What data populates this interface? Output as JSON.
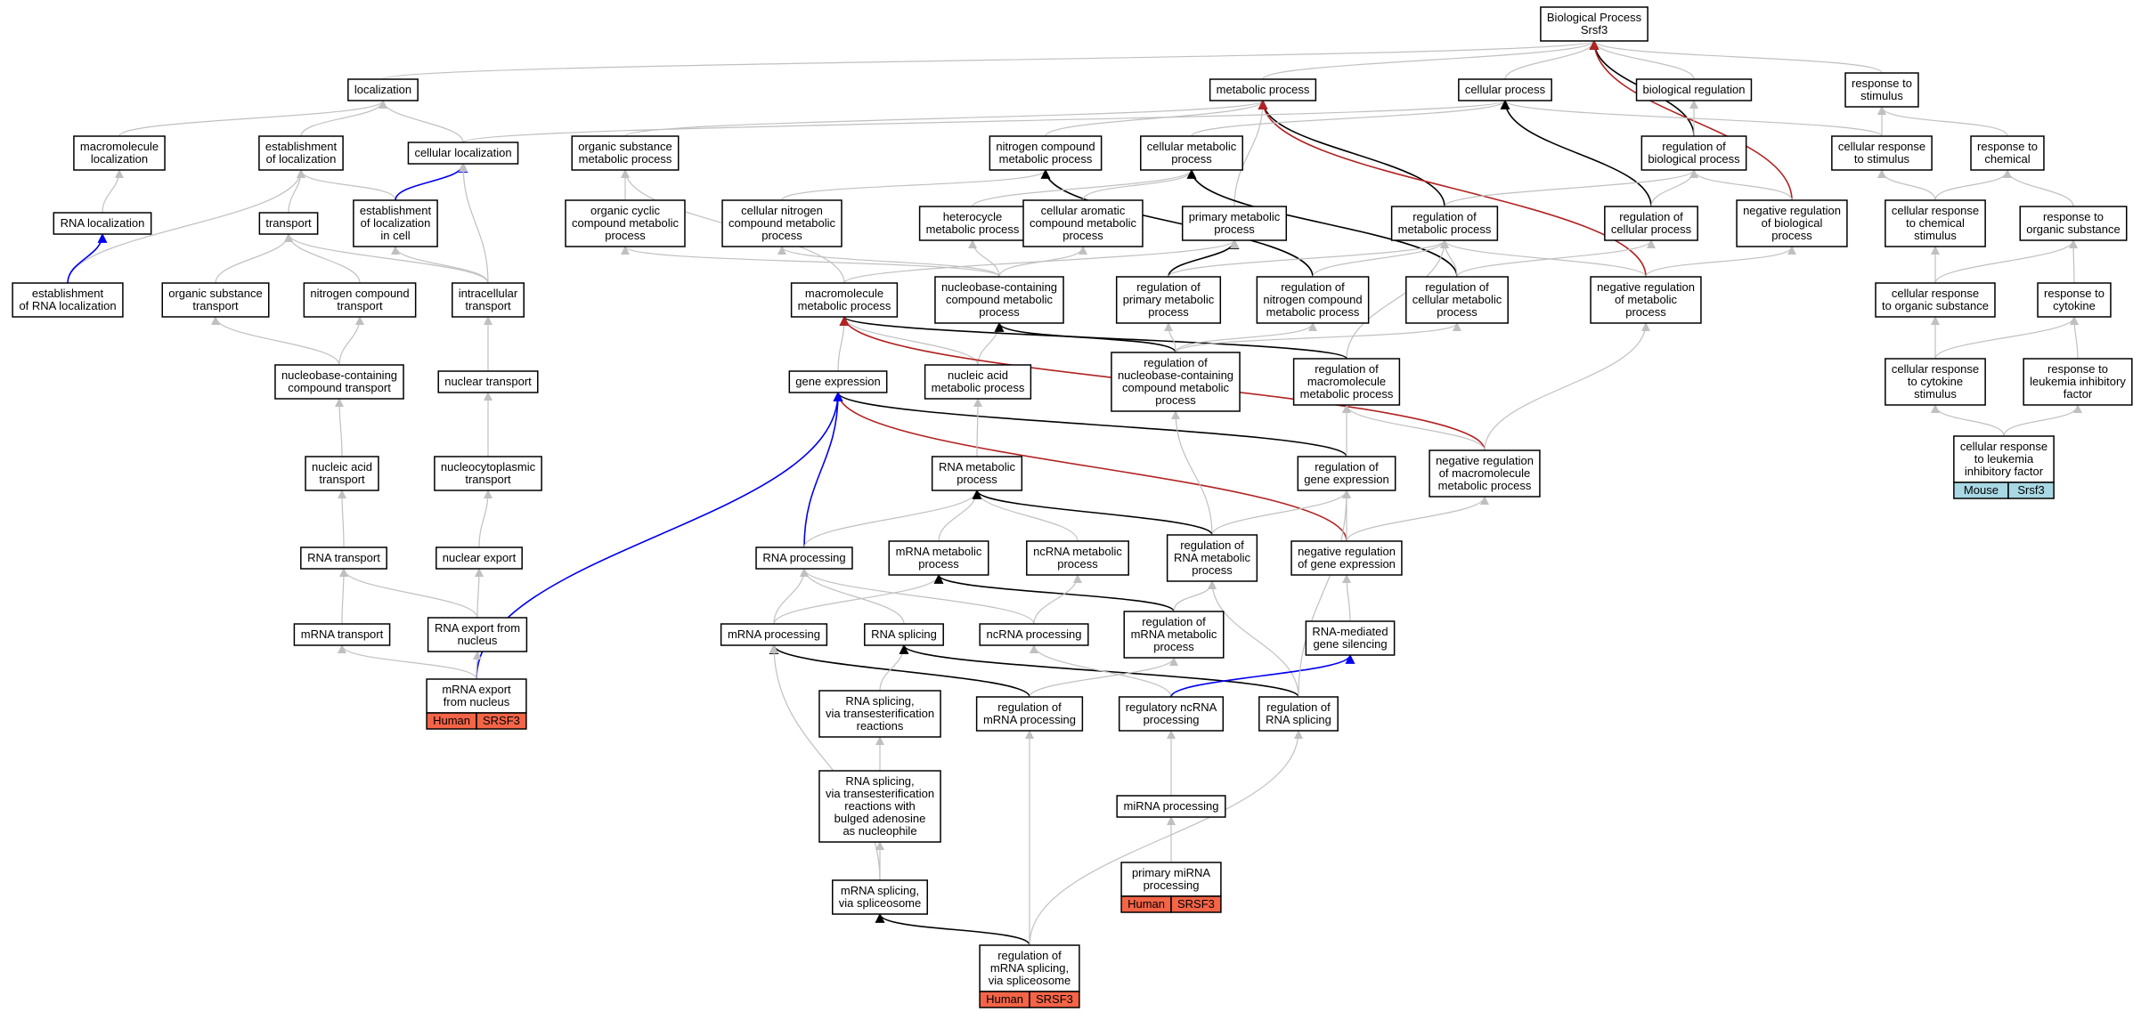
{
  "colors": {
    "gray_edge": "#c0c0c0",
    "black_edge": "#000000",
    "blue_edge": "#0000ee",
    "red_edge": "#b22222",
    "human_badge": "#f46447",
    "mouse_badge": "#a8d8e4"
  },
  "nodes": {
    "bp": {
      "lines": [
        "Biological Process",
        "Srsf3"
      ]
    },
    "localization": {
      "lines": [
        "localization"
      ]
    },
    "metabolic": {
      "lines": [
        "metabolic process"
      ]
    },
    "cellular_proc": {
      "lines": [
        "cellular process"
      ]
    },
    "bio_reg": {
      "lines": [
        "biological regulation"
      ]
    },
    "resp_stim": {
      "lines": [
        "response to",
        "stimulus"
      ]
    },
    "macromol_loc": {
      "lines": [
        "macromolecule",
        "localization"
      ]
    },
    "estab_loc": {
      "lines": [
        "establishment",
        "of localization"
      ]
    },
    "cell_loc": {
      "lines": [
        "cellular localization"
      ]
    },
    "org_sub_met": {
      "lines": [
        "organic substance",
        "metabolic process"
      ]
    },
    "nitro_met": {
      "lines": [
        "nitrogen compound",
        "metabolic process"
      ]
    },
    "cell_met": {
      "lines": [
        "cellular metabolic",
        "process"
      ]
    },
    "reg_bio": {
      "lines": [
        "regulation of",
        "biological process"
      ]
    },
    "cell_resp_stim": {
      "lines": [
        "cellular response",
        "to stimulus"
      ]
    },
    "resp_chem": {
      "lines": [
        "response to",
        "chemical"
      ]
    },
    "rna_loc": {
      "lines": [
        "RNA localization"
      ]
    },
    "transport": {
      "lines": [
        "transport"
      ]
    },
    "estab_loc_cell": {
      "lines": [
        "establishment",
        "of localization",
        "in cell"
      ]
    },
    "org_cyc_met": {
      "lines": [
        "organic cyclic",
        "compound metabolic",
        "process"
      ]
    },
    "cell_nitro_met": {
      "lines": [
        "cellular nitrogen",
        "compound metabolic",
        "process"
      ]
    },
    "hetero_met": {
      "lines": [
        "heterocycle",
        "metabolic process"
      ]
    },
    "cell_arom_met": {
      "lines": [
        "cellular aromatic",
        "compound metabolic",
        "process"
      ]
    },
    "prim_met": {
      "lines": [
        "primary metabolic",
        "process"
      ]
    },
    "reg_met": {
      "lines": [
        "regulation of",
        "metabolic process"
      ]
    },
    "reg_cell_proc": {
      "lines": [
        "regulation of",
        "cellular process"
      ]
    },
    "neg_reg_bio": {
      "lines": [
        "negative regulation",
        "of biological",
        "process"
      ]
    },
    "cell_resp_chem": {
      "lines": [
        "cellular response",
        "to chemical",
        "stimulus"
      ]
    },
    "resp_org_sub": {
      "lines": [
        "response to",
        "organic substance"
      ]
    },
    "estab_rna_loc": {
      "lines": [
        "establishment",
        "of RNA localization"
      ]
    },
    "org_sub_transport": {
      "lines": [
        "organic substance",
        "transport"
      ]
    },
    "nitro_transport": {
      "lines": [
        "nitrogen compound",
        "transport"
      ]
    },
    "intracell_transport": {
      "lines": [
        "intracellular",
        "transport"
      ]
    },
    "macromol_met": {
      "lines": [
        "macromolecule",
        "metabolic process"
      ]
    },
    "nucbase_met": {
      "lines": [
        "nucleobase-containing",
        "compound metabolic",
        "process"
      ]
    },
    "reg_prim_met": {
      "lines": [
        "regulation of",
        "primary metabolic",
        "process"
      ]
    },
    "reg_nitro_met": {
      "lines": [
        "regulation of",
        "nitrogen compound",
        "metabolic process"
      ]
    },
    "reg_cell_met": {
      "lines": [
        "regulation of",
        "cellular metabolic",
        "process"
      ]
    },
    "neg_reg_met": {
      "lines": [
        "negative regulation",
        "of metabolic",
        "process"
      ]
    },
    "cell_resp_org_sub": {
      "lines": [
        "cellular response",
        "to organic substance"
      ]
    },
    "resp_cytokine": {
      "lines": [
        "response to",
        "cytokine"
      ]
    },
    "nucbase_transport": {
      "lines": [
        "nucleobase-containing",
        "compound transport"
      ]
    },
    "nuclear_transport": {
      "lines": [
        "nuclear transport"
      ]
    },
    "gene_expr": {
      "lines": [
        "gene expression"
      ]
    },
    "nucleic_met": {
      "lines": [
        "nucleic acid",
        "metabolic process"
      ]
    },
    "reg_nucbase_met": {
      "lines": [
        "regulation of",
        "nucleobase-containing",
        "compound metabolic",
        "process"
      ]
    },
    "reg_macromol_met": {
      "lines": [
        "regulation of",
        "macromolecule",
        "metabolic process"
      ]
    },
    "cell_resp_cytokine": {
      "lines": [
        "cellular response",
        "to cytokine",
        "stimulus"
      ]
    },
    "resp_lif": {
      "lines": [
        "response to",
        "leukemia inhibitory",
        "factor"
      ]
    },
    "nucleic_transport": {
      "lines": [
        "nucleic acid",
        "transport"
      ]
    },
    "nucleocyto_transport": {
      "lines": [
        "nucleocytoplasmic",
        "transport"
      ]
    },
    "rna_met": {
      "lines": [
        "RNA metabolic",
        "process"
      ]
    },
    "reg_gene_expr": {
      "lines": [
        "regulation of",
        "gene expression"
      ]
    },
    "neg_reg_macromol_met": {
      "lines": [
        "negative regulation",
        "of macromolecule",
        "metabolic process"
      ]
    },
    "cell_resp_lif": {
      "lines": [
        "cellular response",
        "to leukemia",
        "inhibitory factor"
      ],
      "badge": [
        "Mouse",
        "Srsf3"
      ],
      "badge_color": "mouse_badge"
    },
    "rna_transport": {
      "lines": [
        "RNA transport"
      ]
    },
    "nuclear_export": {
      "lines": [
        "nuclear export"
      ]
    },
    "rna_processing": {
      "lines": [
        "RNA processing"
      ]
    },
    "mrna_met": {
      "lines": [
        "mRNA metabolic",
        "process"
      ]
    },
    "ncrna_met": {
      "lines": [
        "ncRNA metabolic",
        "process"
      ]
    },
    "reg_rna_met": {
      "lines": [
        "regulation of",
        "RNA metabolic",
        "process"
      ]
    },
    "neg_reg_gene_expr": {
      "lines": [
        "negative regulation",
        "of gene expression"
      ]
    },
    "mrna_transport": {
      "lines": [
        "mRNA transport"
      ]
    },
    "rna_export": {
      "lines": [
        "RNA export from",
        "nucleus"
      ]
    },
    "mrna_processing": {
      "lines": [
        "mRNA processing"
      ]
    },
    "rna_splicing": {
      "lines": [
        "RNA splicing"
      ]
    },
    "ncrna_processing": {
      "lines": [
        "ncRNA processing"
      ]
    },
    "reg_mrna_met": {
      "lines": [
        "regulation of",
        "mRNA metabolic",
        "process"
      ]
    },
    "rna_gene_silencing": {
      "lines": [
        "RNA-mediated",
        "gene silencing"
      ]
    },
    "mrna_export": {
      "lines": [
        "mRNA export",
        "from nucleus"
      ],
      "badge": [
        "Human",
        "SRSF3"
      ],
      "badge_color": "human_badge"
    },
    "rna_splicing_trans": {
      "lines": [
        "RNA splicing,",
        "via transesterification",
        "reactions"
      ]
    },
    "reg_mrna_processing": {
      "lines": [
        "regulation of",
        "mRNA processing"
      ]
    },
    "reg_ncrna_processing": {
      "lines": [
        "regulatory ncRNA",
        "processing"
      ]
    },
    "reg_rna_splicing": {
      "lines": [
        "regulation of",
        "RNA splicing"
      ]
    },
    "rna_splicing_bulged": {
      "lines": [
        "RNA splicing,",
        "via transesterification",
        "reactions with",
        "bulged adenosine",
        "as nucleophile"
      ]
    },
    "mirna_processing": {
      "lines": [
        "miRNA processing"
      ]
    },
    "mrna_splicing_spliceosome": {
      "lines": [
        "mRNA splicing,",
        "via spliceosome"
      ]
    },
    "prim_mirna_processing": {
      "lines": [
        "primary miRNA",
        "processing"
      ],
      "badge": [
        "Human",
        "SRSF3"
      ],
      "badge_color": "human_badge"
    },
    "reg_mrna_splicing": {
      "lines": [
        "regulation of",
        "mRNA splicing,",
        "via spliceosome"
      ],
      "badge": [
        "Human",
        "SRSF3"
      ],
      "badge_color": "human_badge"
    }
  },
  "edges": [
    [
      "localization",
      "bp",
      "gray"
    ],
    [
      "metabolic",
      "bp",
      "gray"
    ],
    [
      "cellular_proc",
      "bp",
      "gray"
    ],
    [
      "bio_reg",
      "bp",
      "gray"
    ],
    [
      "resp_stim",
      "bp",
      "gray"
    ],
    [
      "reg_bio",
      "bp",
      "black"
    ],
    [
      "neg_reg_bio",
      "bp",
      "red"
    ],
    [
      "macromol_loc",
      "localization",
      "gray"
    ],
    [
      "estab_loc",
      "localization",
      "gray"
    ],
    [
      "cell_loc",
      "localization",
      "gray"
    ],
    [
      "org_sub_met",
      "metabolic",
      "gray"
    ],
    [
      "nitro_met",
      "metabolic",
      "gray"
    ],
    [
      "prim_met",
      "metabolic",
      "gray"
    ],
    [
      "reg_met",
      "metabolic",
      "black"
    ],
    [
      "neg_reg_met",
      "metabolic",
      "red"
    ],
    [
      "cell_met",
      "cellular_proc",
      "gray"
    ],
    [
      "cell_loc",
      "cellular_proc",
      "gray"
    ],
    [
      "cell_resp_stim",
      "cellular_proc",
      "gray"
    ],
    [
      "reg_cell_proc",
      "cellular_proc",
      "black"
    ],
    [
      "reg_bio",
      "bio_reg",
      "gray"
    ],
    [
      "cell_resp_stim",
      "resp_stim",
      "gray"
    ],
    [
      "resp_chem",
      "resp_stim",
      "gray"
    ],
    [
      "estab_rna_loc",
      "estab_loc",
      "gray"
    ],
    [
      "transport",
      "estab_loc",
      "gray"
    ],
    [
      "estab_loc_cell",
      "estab_loc",
      "gray"
    ],
    [
      "estab_loc_cell",
      "cell_loc",
      "blue"
    ],
    [
      "intracell_transport",
      "cell_loc",
      "gray"
    ],
    [
      "org_cyc_met",
      "org_sub_met",
      "gray"
    ],
    [
      "macromol_met",
      "org_sub_met",
      "gray"
    ],
    [
      "cell_nitro_met",
      "nitro_met",
      "gray"
    ],
    [
      "reg_nitro_met",
      "nitro_met",
      "black"
    ],
    [
      "hetero_met",
      "cell_met",
      "gray"
    ],
    [
      "cell_arom_met",
      "cell_met",
      "gray"
    ],
    [
      "reg_cell_met",
      "cell_met",
      "black"
    ],
    [
      "reg_met",
      "reg_bio",
      "gray"
    ],
    [
      "reg_cell_proc",
      "reg_bio",
      "gray"
    ],
    [
      "neg_reg_bio",
      "reg_bio",
      "gray"
    ],
    [
      "cell_resp_chem",
      "cell_resp_stim",
      "gray"
    ],
    [
      "cell_resp_chem",
      "resp_chem",
      "gray"
    ],
    [
      "resp_org_sub",
      "resp_chem",
      "gray"
    ],
    [
      "estab_rna_loc",
      "rna_loc",
      "blue"
    ],
    [
      "rna_loc",
      "macromol_loc",
      "gray"
    ],
    [
      "org_sub_transport",
      "transport",
      "gray"
    ],
    [
      "nitro_transport",
      "transport",
      "gray"
    ],
    [
      "intracell_transport",
      "transport",
      "gray"
    ],
    [
      "intracell_transport",
      "estab_loc_cell",
      "gray"
    ],
    [
      "nucbase_met",
      "org_cyc_met",
      "gray"
    ],
    [
      "nucbase_met",
      "cell_nitro_met",
      "gray"
    ],
    [
      "nucbase_met",
      "hetero_met",
      "gray"
    ],
    [
      "nucbase_met",
      "cell_arom_met",
      "gray"
    ],
    [
      "reg_prim_met",
      "prim_met",
      "black"
    ],
    [
      "macromol_met",
      "prim_met",
      "gray"
    ],
    [
      "reg_prim_met",
      "reg_met",
      "gray"
    ],
    [
      "reg_nitro_met",
      "reg_met",
      "gray"
    ],
    [
      "reg_cell_met",
      "reg_met",
      "gray"
    ],
    [
      "neg_reg_met",
      "reg_met",
      "gray"
    ],
    [
      "reg_macromol_met",
      "reg_met",
      "gray"
    ],
    [
      "reg_cell_met",
      "reg_cell_proc",
      "gray"
    ],
    [
      "neg_reg_met",
      "neg_reg_bio",
      "gray"
    ],
    [
      "cell_resp_org_sub",
      "cell_resp_chem",
      "gray"
    ],
    [
      "cell_resp_org_sub",
      "resp_org_sub",
      "gray"
    ],
    [
      "resp_cytokine",
      "resp_org_sub",
      "gray"
    ],
    [
      "nucbase_transport",
      "org_sub_transport",
      "gray"
    ],
    [
      "nucbase_transport",
      "nitro_transport",
      "gray"
    ],
    [
      "nuclear_transport",
      "intracell_transport",
      "gray"
    ],
    [
      "nucleic_met",
      "nucbase_met",
      "gray"
    ],
    [
      "reg_nucbase_met",
      "nucbase_met",
      "black"
    ],
    [
      "gene_expr",
      "macromol_met",
      "gray"
    ],
    [
      "nucleic_met",
      "macromol_met",
      "gray"
    ],
    [
      "reg_macromol_met",
      "macromol_met",
      "black"
    ],
    [
      "neg_reg_macromol_met",
      "macromol_met",
      "red"
    ],
    [
      "reg_nucbase_met",
      "reg_prim_met",
      "gray"
    ],
    [
      "reg_nucbase_met",
      "reg_nitro_met",
      "gray"
    ],
    [
      "reg_nucbase_met",
      "reg_cell_met",
      "gray"
    ],
    [
      "neg_reg_macromol_met",
      "neg_reg_met",
      "gray"
    ],
    [
      "cell_resp_cytokine",
      "cell_resp_org_sub",
      "gray"
    ],
    [
      "cell_resp_cytokine",
      "resp_cytokine",
      "gray"
    ],
    [
      "resp_lif",
      "resp_cytokine",
      "gray"
    ],
    [
      "nucleic_transport",
      "nucbase_transport",
      "gray"
    ],
    [
      "nucleocyto_transport",
      "nuclear_transport",
      "gray"
    ],
    [
      "reg_gene_expr",
      "gene_expr",
      "black"
    ],
    [
      "neg_reg_gene_expr",
      "gene_expr",
      "red"
    ],
    [
      "rna_processing",
      "gene_expr",
      "blue"
    ],
    [
      "mrna_export",
      "gene_expr",
      "blue"
    ],
    [
      "rna_met",
      "nucleic_met",
      "gray"
    ],
    [
      "reg_rna_met",
      "reg_nucbase_met",
      "gray"
    ],
    [
      "reg_gene_expr",
      "reg_macromol_met",
      "gray"
    ],
    [
      "neg_reg_macromol_met",
      "reg_macromol_met",
      "gray"
    ],
    [
      "cell_resp_lif",
      "cell_resp_cytokine",
      "gray"
    ],
    [
      "cell_resp_lif",
      "resp_lif",
      "gray"
    ],
    [
      "rna_transport",
      "nucleic_transport",
      "gray"
    ],
    [
      "nuclear_export",
      "nucleocyto_transport",
      "gray"
    ],
    [
      "rna_processing",
      "rna_met",
      "gray"
    ],
    [
      "mrna_met",
      "rna_met",
      "gray"
    ],
    [
      "ncrna_met",
      "rna_met",
      "gray"
    ],
    [
      "reg_rna_met",
      "rna_met",
      "black"
    ],
    [
      "neg_reg_gene_expr",
      "reg_gene_expr",
      "gray"
    ],
    [
      "reg_rna_met",
      "reg_gene_expr",
      "gray"
    ],
    [
      "neg_reg_gene_expr",
      "neg_reg_macromol_met",
      "gray"
    ],
    [
      "mrna_transport",
      "rna_transport",
      "gray"
    ],
    [
      "rna_export",
      "rna_transport",
      "gray"
    ],
    [
      "rna_export",
      "nuclear_export",
      "gray"
    ],
    [
      "mrna_processing",
      "rna_processing",
      "gray"
    ],
    [
      "rna_splicing",
      "rna_processing",
      "gray"
    ],
    [
      "ncrna_processing",
      "rna_processing",
      "gray"
    ],
    [
      "mrna_processing",
      "mrna_met",
      "gray"
    ],
    [
      "reg_mrna_met",
      "mrna_met",
      "black"
    ],
    [
      "ncrna_processing",
      "ncrna_met",
      "gray"
    ],
    [
      "reg_mrna_met",
      "reg_rna_met",
      "gray"
    ],
    [
      "reg_rna_splicing",
      "reg_rna_met",
      "gray"
    ],
    [
      "rna_gene_silencing",
      "neg_reg_gene_expr",
      "gray"
    ],
    [
      "mrna_export",
      "mrna_transport",
      "gray"
    ],
    [
      "mrna_export",
      "rna_export",
      "gray"
    ],
    [
      "reg_mrna_processing",
      "mrna_processing",
      "black"
    ],
    [
      "mrna_splicing_spliceosome",
      "mrna_processing",
      "gray"
    ],
    [
      "rna_splicing_trans",
      "rna_splicing",
      "gray"
    ],
    [
      "reg_rna_splicing",
      "rna_splicing",
      "black"
    ],
    [
      "reg_mrna_processing",
      "reg_mrna_met",
      "gray"
    ],
    [
      "reg_ncrna_processing",
      "ncrna_processing",
      "gray"
    ],
    [
      "reg_ncrna_processing",
      "rna_gene_silencing",
      "blue"
    ],
    [
      "reg_rna_splicing",
      "reg_gene_expr",
      "gray"
    ],
    [
      "rna_splicing_bulged",
      "rna_splicing_trans",
      "gray"
    ],
    [
      "mrna_splicing_spliceosome",
      "rna_splicing_bulged",
      "gray"
    ],
    [
      "reg_mrna_splicing",
      "mrna_splicing_spliceosome",
      "black"
    ],
    [
      "reg_mrna_splicing",
      "reg_mrna_processing",
      "gray"
    ],
    [
      "reg_mrna_splicing",
      "reg_rna_splicing",
      "gray"
    ],
    [
      "mirna_processing",
      "reg_ncrna_processing",
      "gray"
    ],
    [
      "prim_mirna_processing",
      "mirna_processing",
      "gray"
    ]
  ]
}
